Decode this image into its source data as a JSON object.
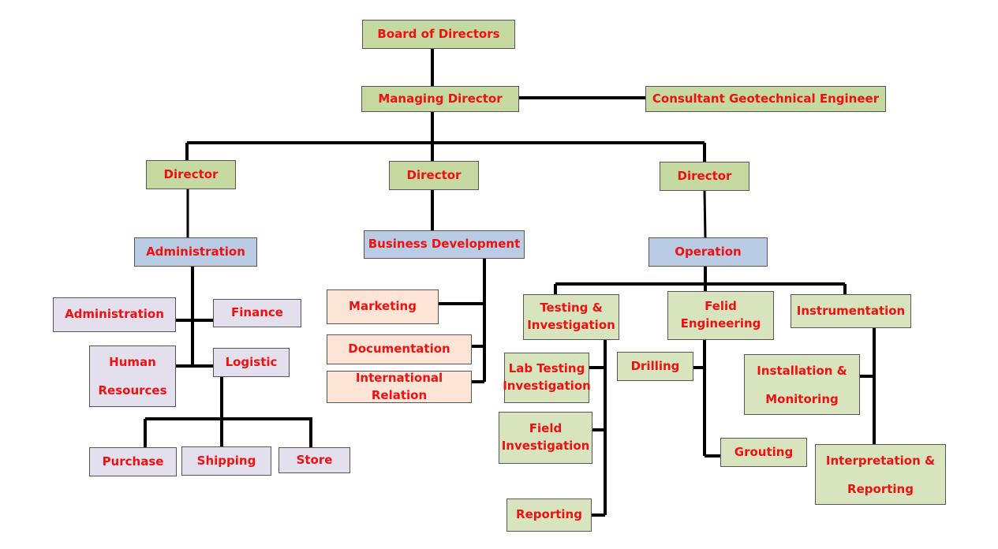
{
  "nodes": {
    "board": "Board of Directors",
    "managing_director": "Managing Director",
    "consultant": "Consultant Geotechnical Engineer",
    "director_left": "Director",
    "director_mid": "Director",
    "director_right": "Director",
    "administration_dept": "Administration",
    "business_development": "Business Development",
    "operation": "Operation",
    "administration_sub": "Administration",
    "finance": "Finance",
    "human_resources": "Human Resources",
    "logistic": "Logistic",
    "purchase": "Purchase",
    "shipping": "Shipping",
    "store": "Store",
    "marketing": "Marketing",
    "documentation": "Documentation",
    "international_relation": "International Relation",
    "testing_investigation": "Testing & Investigation",
    "felid_engineering": "Felid Engineering",
    "instrumentation": "Instrumentation",
    "lab_testing": "Lab Testing Investigation",
    "field_investigation": "Field Investigation",
    "reporting_testing": "Reporting",
    "drilling": "Drilling",
    "grouting": "Grouting",
    "installation_monitoring": "Installation & Monitoring",
    "interpretation_reporting": "Interpretation & Reporting"
  },
  "colors": {
    "text": "#ee1111",
    "executive": "#c6d9a0",
    "department": "#b9cce4",
    "admin_unit": "#e4dfec",
    "business_unit": "#fce4d6",
    "operation_unit": "#d7e4bd",
    "connector": "#000000"
  }
}
